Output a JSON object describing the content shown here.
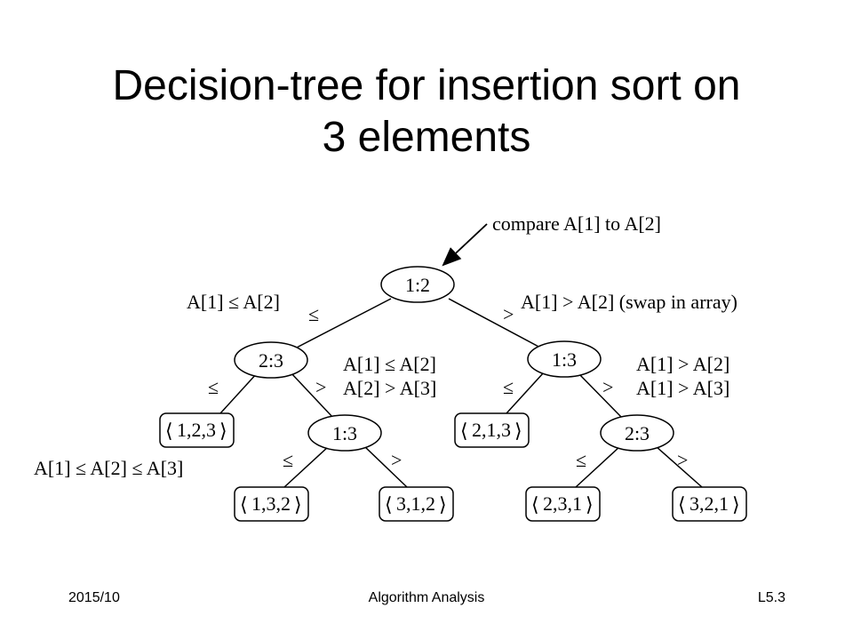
{
  "slide": {
    "title_line1": "Decision-tree for insertion sort on",
    "title_line2": "3 elements",
    "footer_left": "2015/10",
    "footer_center": "Algorithm Analysis",
    "footer_right": "L5.3"
  },
  "tree": {
    "nodes": {
      "root": "1:2",
      "left": "2:3",
      "right": "1:3",
      "left_right": "1:3",
      "right_right": "2:3"
    },
    "leaves": {
      "l123": "1,2,3",
      "l132": "1,3,2",
      "l312": "3,1,2",
      "l213": "2,1,3",
      "l231": "2,3,1",
      "l321": "3,2,1"
    },
    "edge_le": "≤",
    "edge_gt": ">",
    "annotations": {
      "compare": "compare A[1] to A[2]",
      "root_left": "A[1] ≤ A[2]",
      "root_right": "A[1] > A[2] (swap in array)",
      "mid_line1": "A[1] ≤ A[2]",
      "mid_line2": "A[2] > A[3]",
      "right_line1": "A[1] > A[2]",
      "right_line2": "A[1] > A[3]",
      "leaf_note": "A[1] ≤ A[2] ≤ A[3]"
    },
    "angle_left": "⟨",
    "angle_right": "⟩"
  }
}
